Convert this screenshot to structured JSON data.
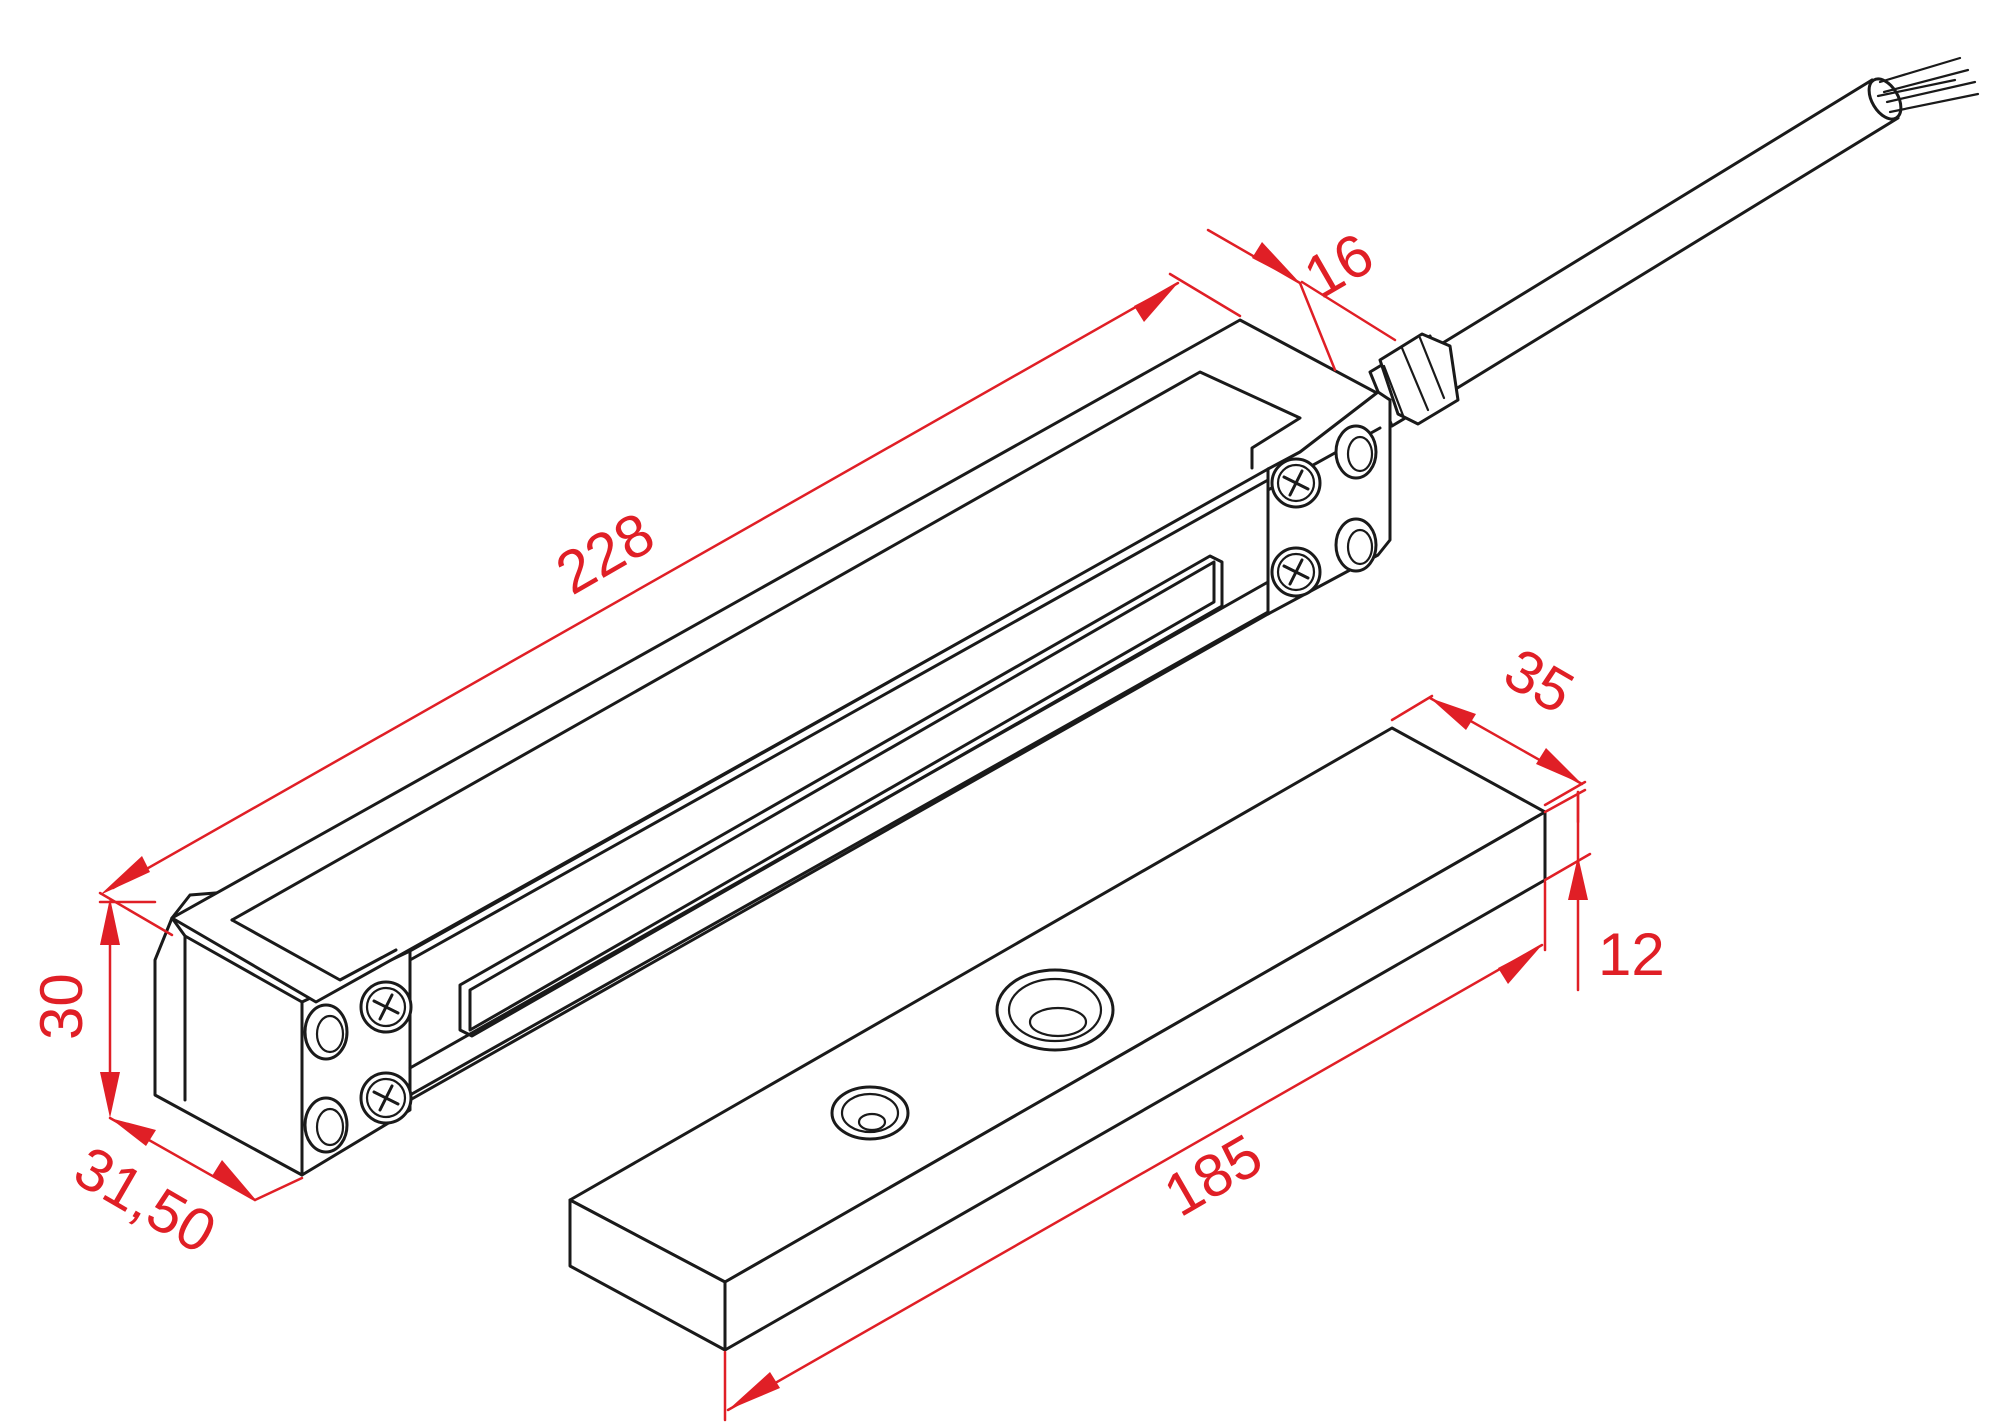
{
  "colors": {
    "outline": "#1a1a1a",
    "dimension": "#e01f26",
    "background": "#ffffff"
  },
  "dimensions": {
    "magnet_length": "228",
    "cable_gland": "16",
    "magnet_height": "30",
    "magnet_width": "31,50",
    "plate_width": "35",
    "plate_thickness": "12",
    "plate_length": "185"
  }
}
